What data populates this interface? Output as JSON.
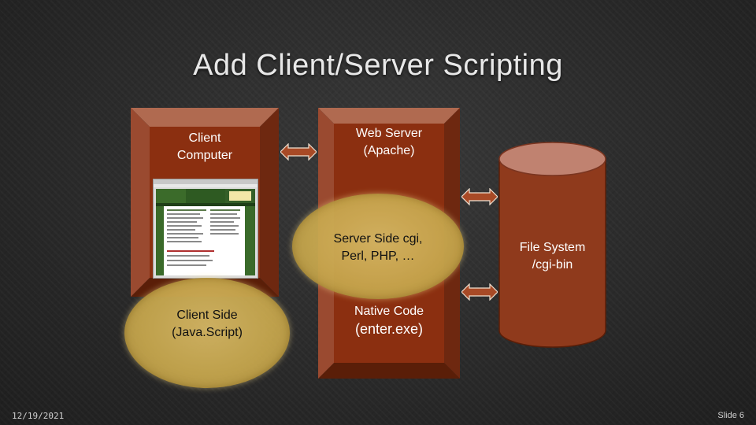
{
  "title": "Add Client/Server Scripting",
  "client": {
    "label_line1": "Client",
    "label_line2": "Computer",
    "script_line1": "Client Side",
    "script_line2": "(Java.Script)"
  },
  "server": {
    "label_line1": "Web Server",
    "label_line2": "(Apache)",
    "script_line1": "Server Side cgi,",
    "script_line2": "Perl, PHP, …",
    "native_line1": "Native Code",
    "native_line2": "(enter.exe)"
  },
  "filesystem": {
    "label_line1": "File System",
    "label_line2": "/cgi-bin"
  },
  "footer": {
    "date": "12/19/2021",
    "slide": "Slide 6"
  },
  "colors": {
    "panel_face": "#8b2f10",
    "panel_bevel_light": "#c07a60",
    "panel_bevel_dark": "#5a1e08",
    "cylinder_body": "#8f3a1c",
    "cylinder_top": "#c08270",
    "ellipse": "#c8a84e",
    "arrow_fill": "#a84a26"
  },
  "icons": [
    "double-arrow-icon",
    "browser-screenshot-icon"
  ]
}
